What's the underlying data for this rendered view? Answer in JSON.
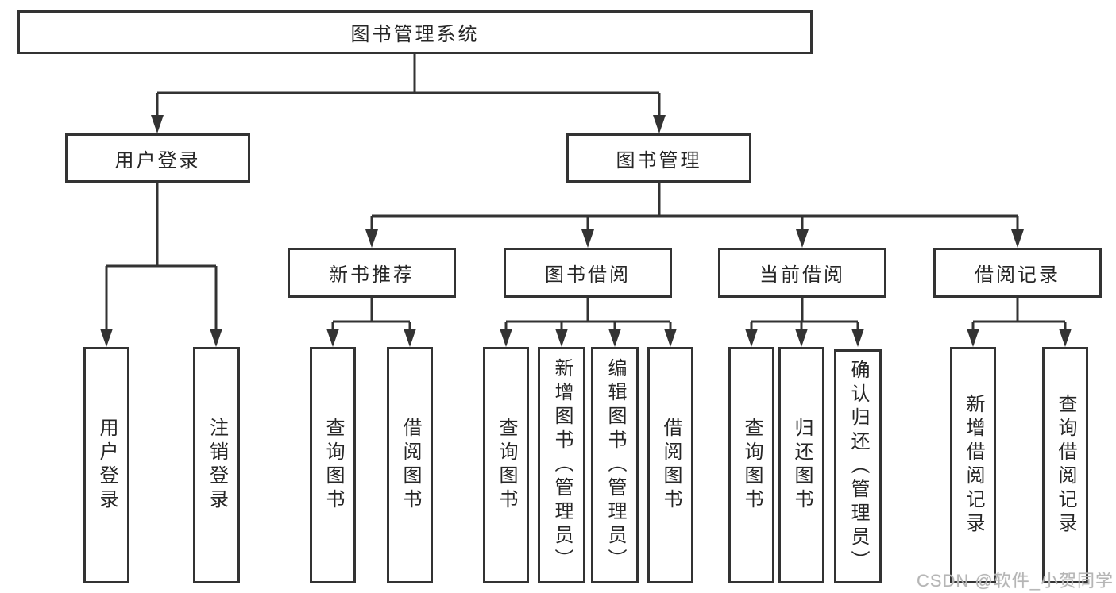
{
  "diagram": {
    "root": {
      "label": "图书管理系统"
    },
    "branches": [
      {
        "label": "用户登录",
        "leaves": [
          {
            "label": "用户登录"
          },
          {
            "label": "注销登录"
          }
        ]
      },
      {
        "label": "图书管理",
        "groups": [
          {
            "label": "新书推荐",
            "leaves": [
              {
                "label": "查询图书"
              },
              {
                "label": "借阅图书"
              }
            ]
          },
          {
            "label": "图书借阅",
            "leaves": [
              {
                "label": "查询图书"
              },
              {
                "label": "新增图书（管理员）"
              },
              {
                "label": "编辑图书（管理员）"
              },
              {
                "label": "借阅图书"
              }
            ]
          },
          {
            "label": "当前借阅",
            "leaves": [
              {
                "label": "查询图书"
              },
              {
                "label": "归还图书"
              },
              {
                "label": "确认归还（管理员）"
              }
            ]
          },
          {
            "label": "借阅记录",
            "leaves": [
              {
                "label": "新增借阅记录"
              },
              {
                "label": "查询借阅记录"
              }
            ]
          }
        ]
      }
    ]
  },
  "watermark": {
    "text": "CSDN @软件_小贺同学"
  },
  "colors": {
    "line": "#333333",
    "text": "#262626",
    "background": "#ffffff",
    "watermark": "#b5b5b5"
  }
}
